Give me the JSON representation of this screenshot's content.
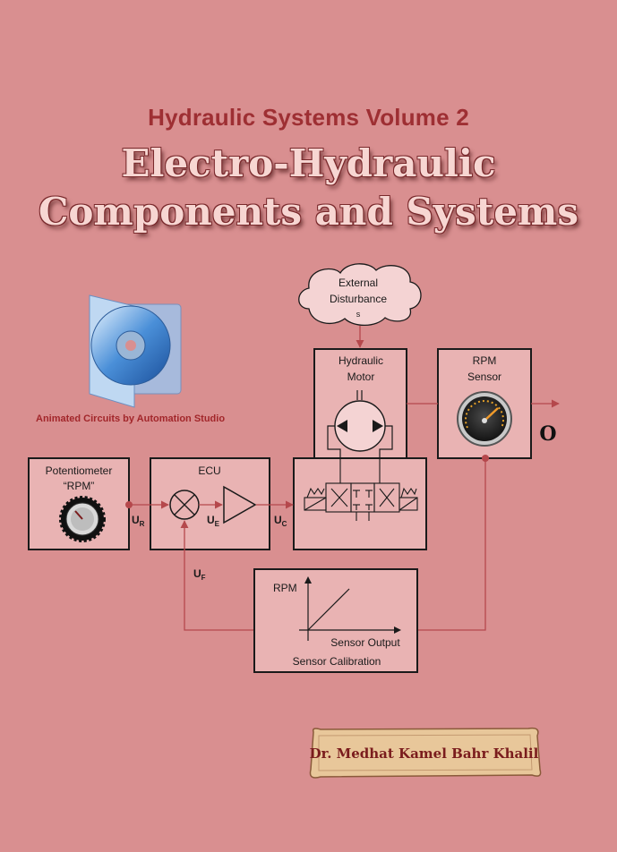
{
  "cover": {
    "series_title": "Hydraulic Systems Volume 2",
    "title_line1": "Electro-Hydraulic",
    "title_line2": "Components and Systems"
  },
  "cd": {
    "caption": "Animated Circuits by Automation Studio"
  },
  "diagram": {
    "cloud_line1": "External",
    "cloud_line2": "Disturbance",
    "cloud_line3": "s",
    "motor_line1": "Hydraulic",
    "motor_line2": "Motor",
    "rpm_sensor_line1": "RPM",
    "rpm_sensor_line2": "Sensor",
    "output_symbol": "O",
    "potentiometer_line1": "Potentiometer",
    "potentiometer_line2": "“RPM”",
    "ecu_label": "ECU",
    "ur": "U",
    "ur_sub": "R",
    "ue": "U",
    "ue_sub": "E",
    "uc": "U",
    "uc_sub": "C",
    "uf": "U",
    "uf_sub": "F",
    "calib_y_label": "RPM",
    "calib_x_label": "Sensor Output",
    "calib_title": "Sensor Calibration"
  },
  "author": {
    "name": "Dr. Medhat Kamel Bahr Khalil"
  },
  "colors": {
    "background": "#d98f90",
    "box_fill": "#e9b3b3",
    "signal_line": "#b5484c",
    "title_dark": "#9e2f33"
  }
}
